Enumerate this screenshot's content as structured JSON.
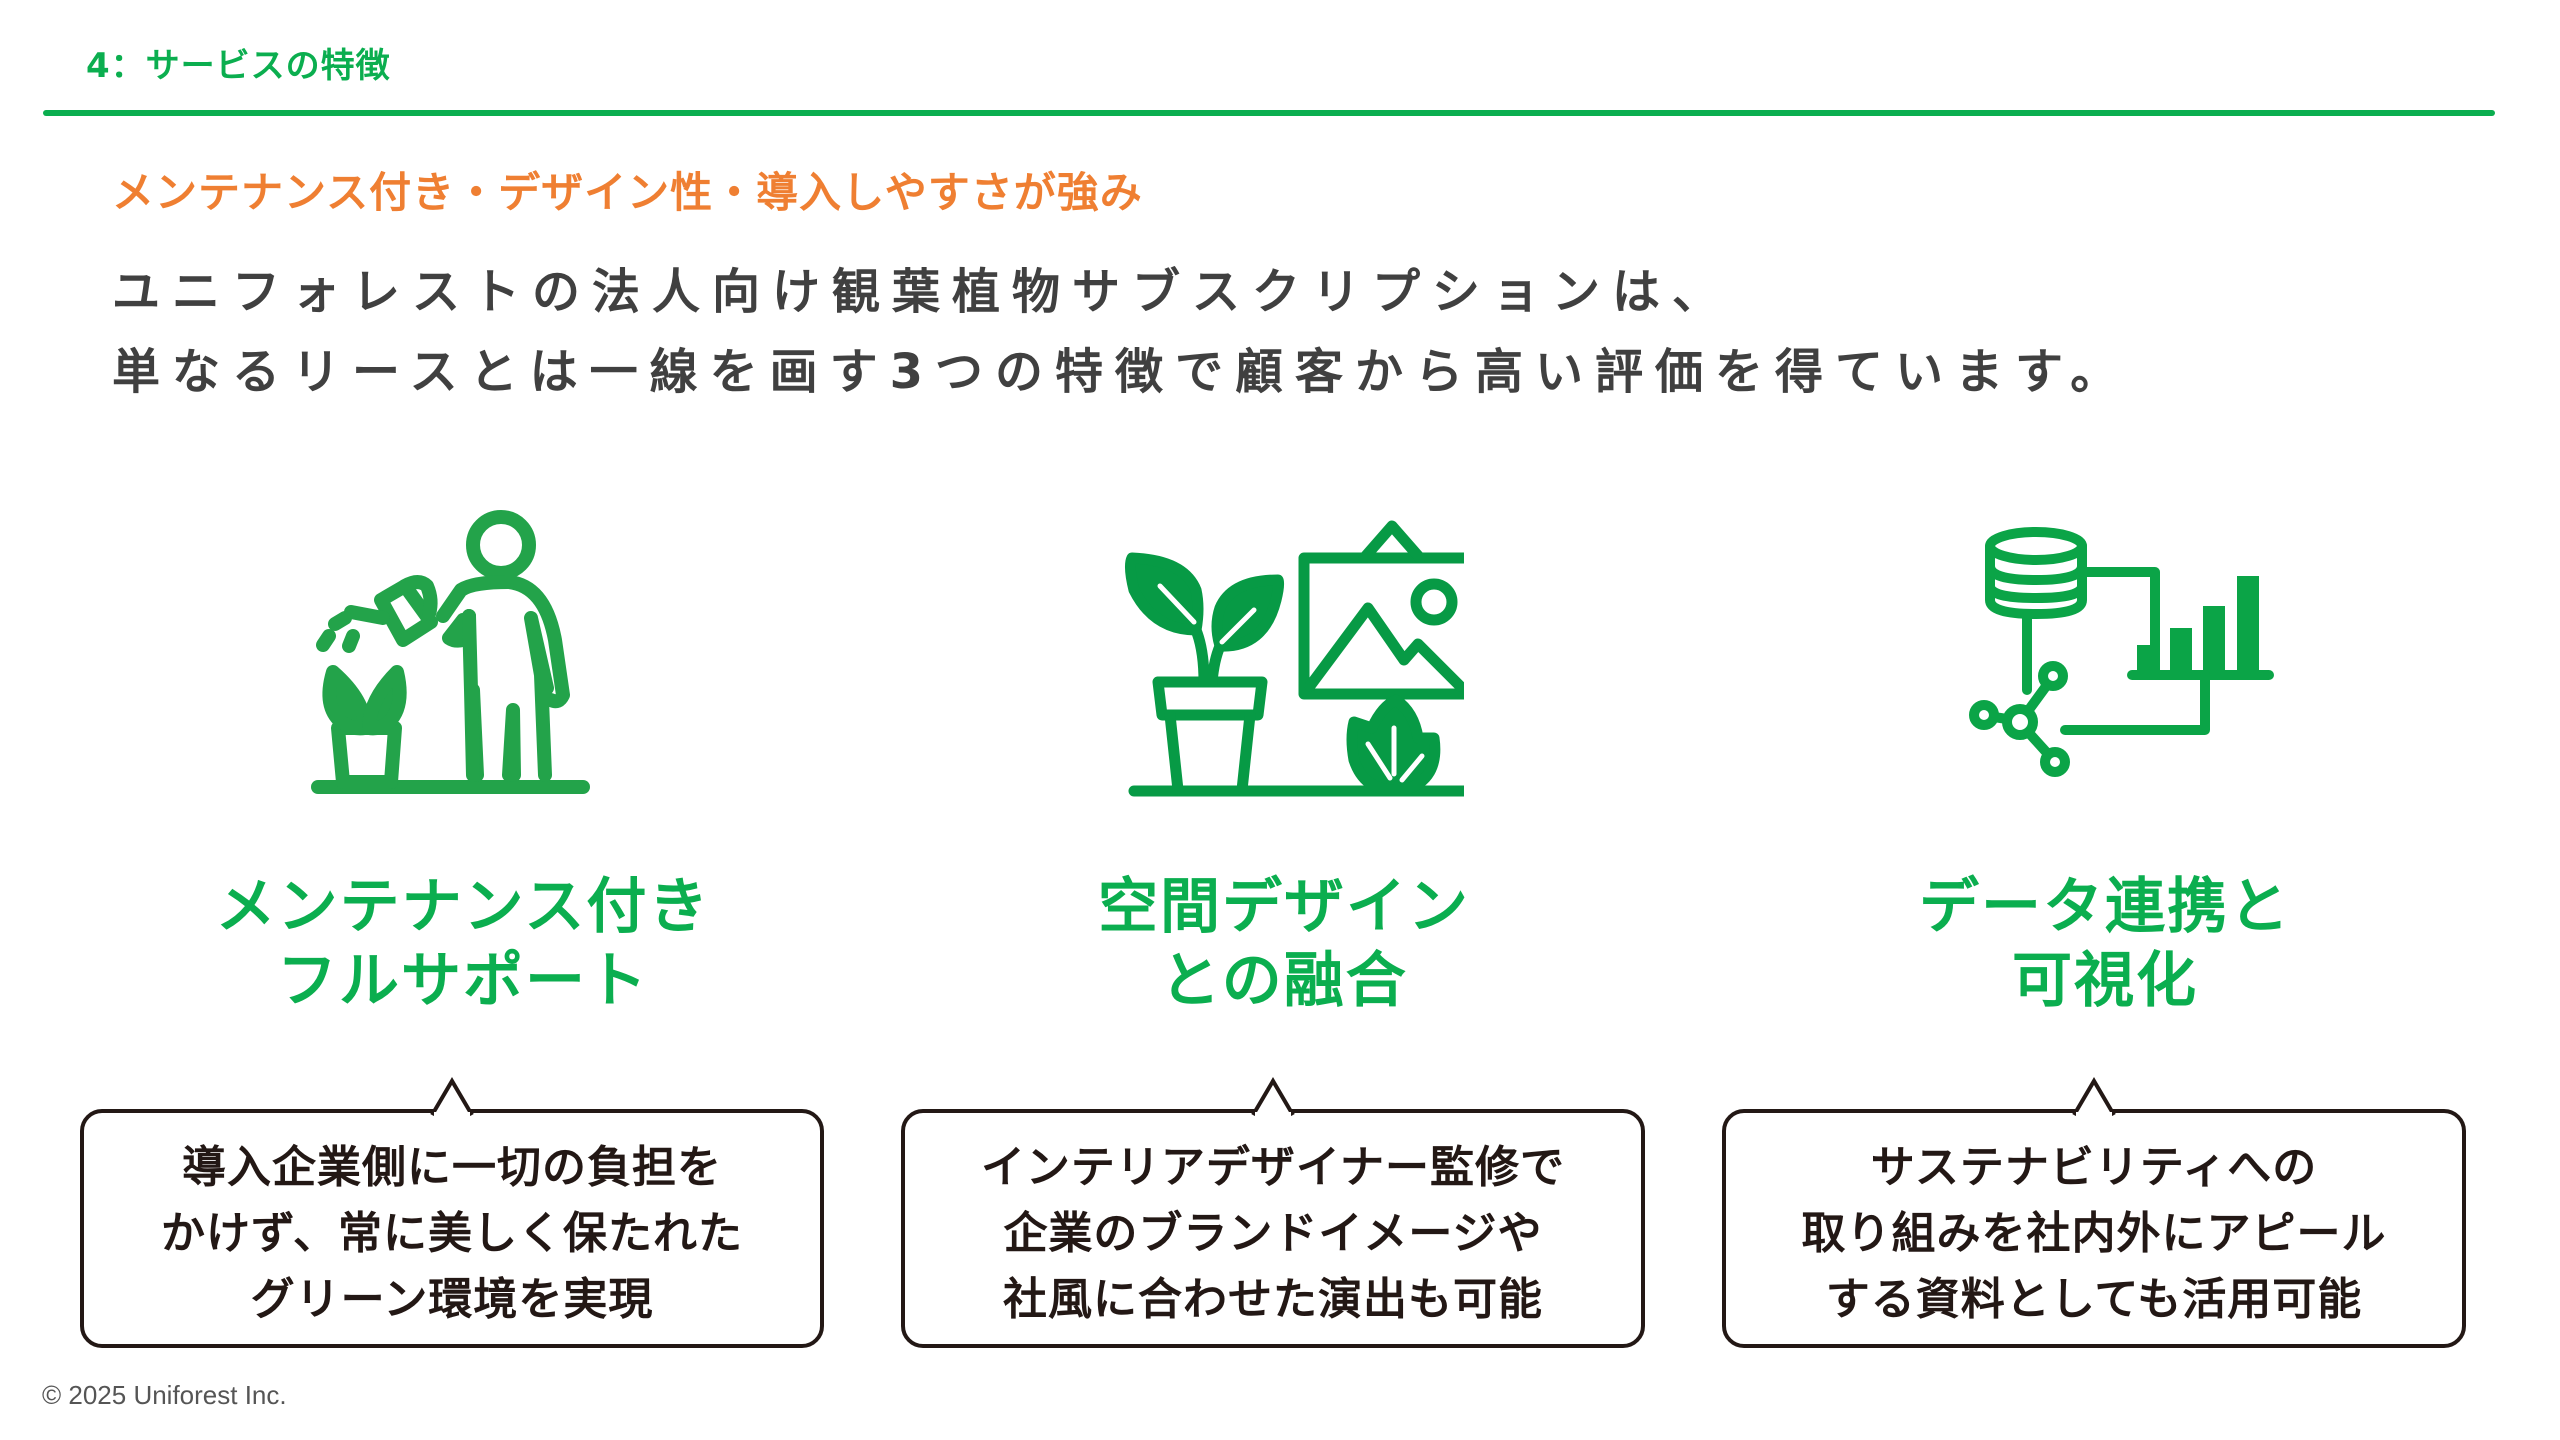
{
  "header": {
    "section_label": "4：サービスの特徴"
  },
  "subtitle": "メンテナンス付き・デザイン性・導入しやすさが強み",
  "lead": {
    "line1": "ユニフォレストの法人向け観葉植物サブスクリプションは、",
    "line2": "単なるリースとは一線を画す3つの特徴で顧客から高い評価を得ています。"
  },
  "features": [
    {
      "icon": "person-watering-plant-icon",
      "title_line1": "メンテナンス付き",
      "title_line2": "フルサポート",
      "desc_line1": "導入企業側に一切の負担を",
      "desc_line2": "かけず、常に美しく保たれた",
      "desc_line3": "グリーン環境を実現"
    },
    {
      "icon": "plant-and-picture-frame-icon",
      "title_line1": "空間デザイン",
      "title_line2": "との融合",
      "desc_line1": "インテリアデザイナー監修で",
      "desc_line2": "企業のブランドイメージや",
      "desc_line3": "社風に合わせた演出も可能"
    },
    {
      "icon": "database-chart-network-icon",
      "title_line1": "データ連携と",
      "title_line2": "可視化",
      "desc_line1": "サステナビリティへの",
      "desc_line2": "取り組みを社内外にアピール",
      "desc_line3": "する資料としても活用可能"
    }
  ],
  "footer": {
    "copyright": "© 2025 Uniforest Inc."
  },
  "colors": {
    "brand_green": "#0bae4f",
    "icon_green": "#23a34a",
    "accent_orange": "#ef7f32",
    "text_dark": "#404040",
    "callout_border": "#231815"
  }
}
